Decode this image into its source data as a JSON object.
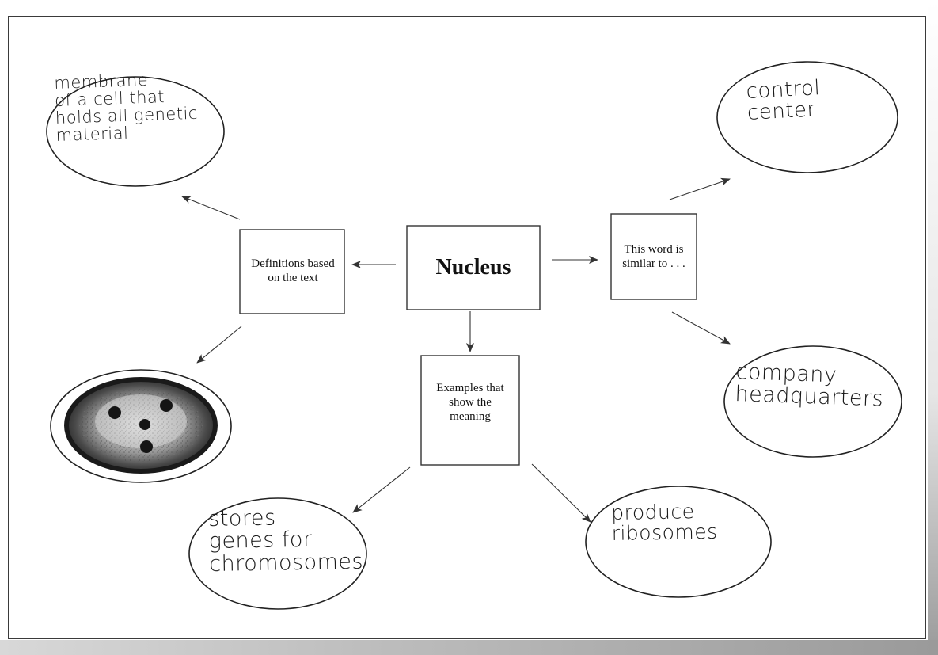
{
  "central_box": {
    "label": "Nucleus"
  },
  "category_boxes": {
    "definitions": "Definitions based on the text",
    "similar": "This word is similar to . . .",
    "examples": "Examples that show the meaning"
  },
  "handwritten": {
    "definition": "membrane\nof a cell that\nholds all genetic\nmaterial",
    "similar_1": "control\ncenter",
    "similar_2": "company\nheadquarters",
    "example_1": "stores\ngenes for\nchromosomes",
    "example_2": "produce\nribosomes"
  },
  "drawing": {
    "description_icon": "nucleus-sketch-icon"
  }
}
